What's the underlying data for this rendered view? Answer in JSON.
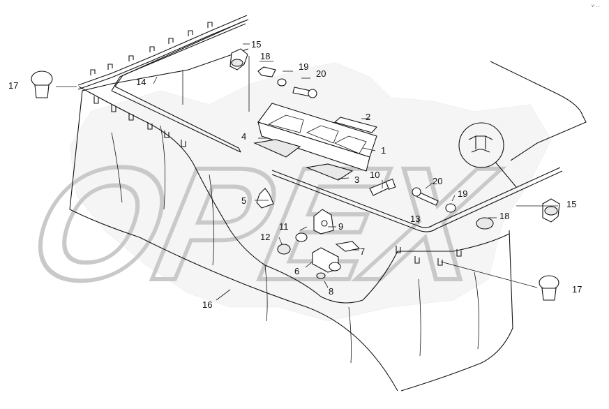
{
  "diagram": {
    "watermark": "OPEX",
    "corner_mark": "v- ...",
    "callouts": [
      {
        "id": "c1",
        "label": "1"
      },
      {
        "id": "c2",
        "label": "2"
      },
      {
        "id": "c3",
        "label": "3"
      },
      {
        "id": "c4",
        "label": "4"
      },
      {
        "id": "c5",
        "label": "5"
      },
      {
        "id": "c6",
        "label": "6"
      },
      {
        "id": "c7",
        "label": "7"
      },
      {
        "id": "c8",
        "label": "8"
      },
      {
        "id": "c9",
        "label": "9"
      },
      {
        "id": "c10",
        "label": "10"
      },
      {
        "id": "c11",
        "label": "11"
      },
      {
        "id": "c12",
        "label": "12"
      },
      {
        "id": "c13",
        "label": "13"
      },
      {
        "id": "c14",
        "label": "14"
      },
      {
        "id": "c15a",
        "label": "15"
      },
      {
        "id": "c15b",
        "label": "15"
      },
      {
        "id": "c16",
        "label": "16"
      },
      {
        "id": "c17a",
        "label": "17"
      },
      {
        "id": "c17b",
        "label": "17"
      },
      {
        "id": "c18a",
        "label": "18"
      },
      {
        "id": "c18b",
        "label": "18"
      },
      {
        "id": "c19a",
        "label": "19"
      },
      {
        "id": "c19b",
        "label": "19"
      },
      {
        "id": "c20a",
        "label": "20"
      },
      {
        "id": "c20b",
        "label": "20"
      }
    ]
  }
}
